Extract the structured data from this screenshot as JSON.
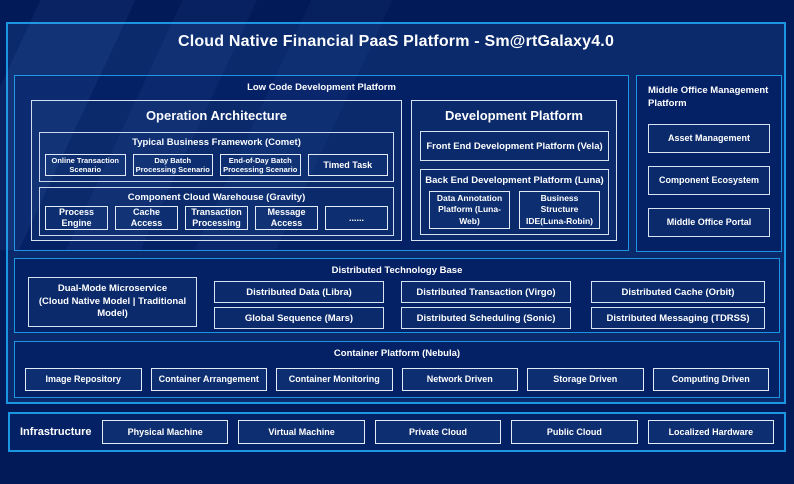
{
  "title": "Cloud Native Financial PaaS Platform - Sm@rtGalaxy4.0",
  "low_code": {
    "label": "Low Code Development Platform",
    "operation": {
      "title": "Operation Architecture",
      "comet": {
        "title": "Typical Business Framework (Comet)",
        "items": [
          "Online Transaction Scenario",
          "Day Batch Processing Scenario",
          "End-of-Day Batch Processing Scenario",
          "Timed Task"
        ]
      },
      "gravity": {
        "title": "Component Cloud Warehouse (Gravity)",
        "items": [
          "Process Engine",
          "Cache Access",
          "Transaction Processing",
          "Message Access",
          "......"
        ]
      }
    },
    "development": {
      "title": "Development Platform",
      "front_end": "Front End Development Platform (Vela)",
      "back_end": {
        "title": "Back End Development Platform (Luna)",
        "items": [
          "Data Annotation Platform (Luna-Web)",
          "Business Structure IDE(Luna-Robin)"
        ]
      }
    }
  },
  "middle_office": {
    "title": "Middle Office Management Platform",
    "items": [
      "Asset Management",
      "Component Ecosystem",
      "Middle Office Portal"
    ]
  },
  "distributed": {
    "title": "Distributed Technology Base",
    "dual_mode": {
      "line1": "Dual-Mode Microservice",
      "line2": "(Cloud Native Model | Traditional Model)"
    },
    "items": [
      "Distributed Data (Libra)",
      "Global Sequence (Mars)",
      "Distributed Transaction (Virgo)",
      "Distributed Scheduling (Sonic)",
      "Distributed Cache (Orbit)",
      "Distributed Messaging (TDRSS)"
    ]
  },
  "container": {
    "title": "Container Platform (Nebula)",
    "items": [
      "Image Repository",
      "Container Arrangement",
      "Container Monitoring",
      "Network Driven",
      "Storage Driven",
      "Computing Driven"
    ]
  },
  "infrastructure": {
    "title": "Infrastructure",
    "items": [
      "Physical Machine",
      "Virtual Machine",
      "Private Cloud",
      "Public Cloud",
      "Localized Hardware"
    ]
  },
  "colors": {
    "background": "#021a57",
    "panel_fill": "#0a2a6c",
    "section_fill": "#052166",
    "accent_border": "#1b96e3",
    "box_border": "#d7e2f2",
    "text": "#ffffff"
  }
}
